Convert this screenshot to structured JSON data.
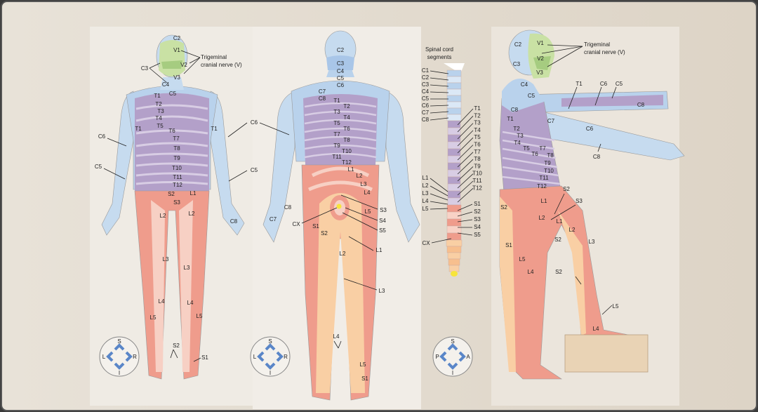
{
  "colors": {
    "cervical": "#b9d2ec",
    "thoracic": "#b3a0c9",
    "lumbar": "#ef9c8c",
    "sacral": "#f9cfa4",
    "trigeminal": "#c9e1a4",
    "coccygeal": "#f7e53a"
  },
  "front": {
    "labels": [
      "C2",
      "V1",
      "V2",
      "V3",
      "C3",
      "C4",
      "C5",
      "T1",
      "T2",
      "T3",
      "T4",
      "T5",
      "T6",
      "T7",
      "T8",
      "T9",
      "T10",
      "T11",
      "T12",
      "T1",
      "T1",
      "C6",
      "C6",
      "C5",
      "C5",
      "S2",
      "L1",
      "S3",
      "L2",
      "L2",
      "L3",
      "L3",
      "L4",
      "L4",
      "L5",
      "L5",
      "S2",
      "S1",
      "C8"
    ],
    "trigeminal_line1": "Trigeminal",
    "trigeminal_line2": "cranial nerve (V)",
    "compass": {
      "top": "S",
      "bottom": "I",
      "left": "L",
      "right": "R"
    }
  },
  "back": {
    "labels": [
      "C2",
      "C3",
      "C4",
      "C5",
      "C6",
      "C7",
      "C8",
      "T1",
      "T2",
      "T3",
      "T4",
      "T5",
      "T6",
      "T7",
      "T8",
      "T9",
      "T10",
      "T11",
      "T12",
      "L1",
      "L2",
      "L3",
      "L4",
      "S3",
      "L5",
      "S4",
      "S5",
      "CX",
      "S1",
      "S2",
      "L1",
      "L2",
      "L3",
      "L4",
      "L5",
      "S1",
      "C8",
      "C7"
    ],
    "compass": {
      "top": "S",
      "bottom": "I",
      "left": "L",
      "right": "R"
    }
  },
  "spine": {
    "title_line1": "Spinal cord",
    "title_line2": "segments",
    "cervical": [
      "C1",
      "C2",
      "C3",
      "C4",
      "C5",
      "C6",
      "C7",
      "C8"
    ],
    "thoracic": [
      "T1",
      "T2",
      "T3",
      "T4",
      "T5",
      "T6",
      "T7",
      "T8",
      "T9",
      "T10",
      "T11",
      "T12"
    ],
    "lumbar": [
      "L1",
      "L2",
      "L3",
      "L4",
      "L5"
    ],
    "sacral": [
      "S1",
      "S2",
      "S3",
      "S4",
      "S5"
    ],
    "coccygeal": "CX",
    "compass": {
      "top": "S",
      "bottom": "I",
      "left": "P",
      "right": "A"
    }
  },
  "side": {
    "labels": [
      "C2",
      "V1",
      "V2",
      "V3",
      "C3",
      "C4",
      "C5",
      "T1",
      "C6",
      "C5",
      "C8",
      "C8",
      "T1",
      "C7",
      "C6",
      "C8",
      "T2",
      "T3",
      "T4",
      "T5",
      "T6",
      "T7",
      "T8",
      "T9",
      "T10",
      "T11",
      "T12",
      "S2",
      "S3",
      "L1",
      "L2",
      "L1",
      "L2",
      "S2",
      "S2",
      "L3",
      "S1",
      "L5",
      "L4",
      "S2",
      "L5",
      "L4"
    ],
    "trigeminal_line1": "Trigeminal",
    "trigeminal_line2": "cranial nerve (V)"
  }
}
